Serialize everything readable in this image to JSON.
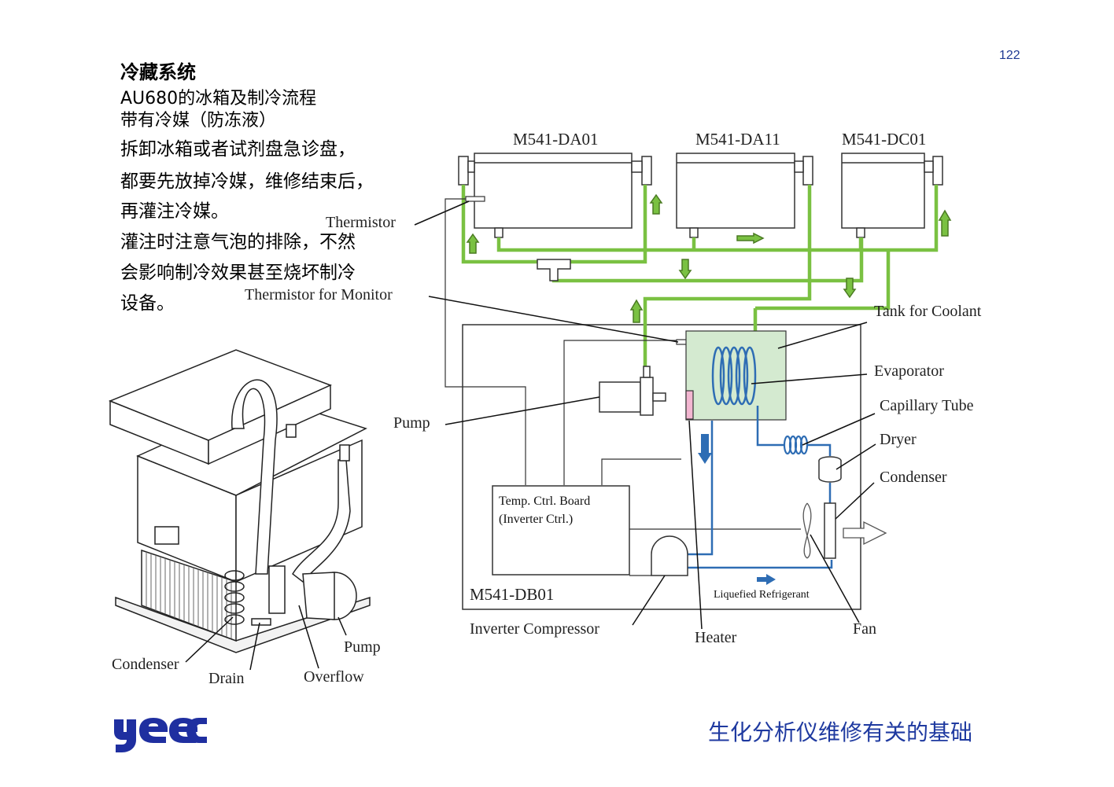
{
  "page_number": "122",
  "heading": "冷藏系统",
  "subtitle_lines": [
    "AU680的冰箱及制冷流程",
    "带有冷媒（防冻液）"
  ],
  "body_lines": [
    "拆卸冰箱或者试剂盘急诊盘，",
    "都要先放掉冷媒，维修结束后，",
    "再灌注冷媒。",
    "灌注时注意气泡的排除，不然",
    "会影响制冷效果甚至烧坏制冷",
    "设备。"
  ],
  "diagram": {
    "units": {
      "da01": "M541-DA01",
      "da11": "M541-DA11",
      "dc01": "M541-DC01",
      "db01": "M541-DB01"
    },
    "labels": {
      "thermistor": "Thermistor",
      "thermistor_monitor": "Thermistor for Monitor",
      "tank": "Tank for Coolant",
      "evaporator": "Evaporator",
      "capillary": "Capillary Tube",
      "dryer": "Dryer",
      "condenser": "Condenser",
      "pump": "Pump",
      "board_line1": "Temp. Ctrl. Board",
      "board_line2": "(Inverter Ctrl.)",
      "liquefied": "Liquefied Refrigerant",
      "compressor": "Inverter Compressor",
      "heater": "Heater",
      "fan": "Fan"
    },
    "colors": {
      "coolant": "#7ac142",
      "refrigerant": "#2e6db4",
      "tank": "#d4ead0",
      "heater": "#f3b6d1"
    }
  },
  "illustration": {
    "labels": {
      "condenser": "Condenser",
      "drain": "Drain",
      "overflow": "Overflow",
      "pump": "Pump"
    }
  },
  "footer": {
    "logo_text": "yeec",
    "caption": "生化分析仪维修有关的基础"
  }
}
